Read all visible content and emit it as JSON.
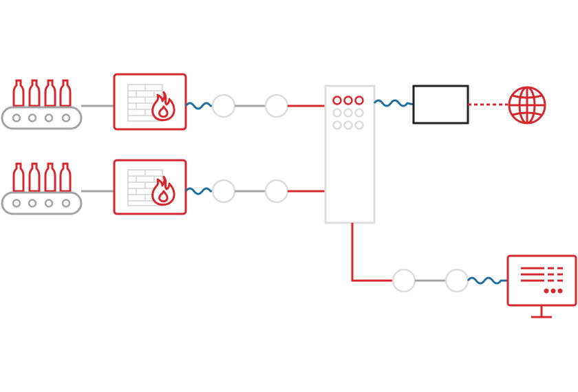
{
  "colors": {
    "red": "#d4272e",
    "gray": "#a3a3a3",
    "light_gray": "#dcdcdc",
    "blue": "#1f6e9c",
    "black": "#222222",
    "white": "#ffffff"
  },
  "nodes": {
    "bottling_lines": [
      {
        "icon": "bottling-conveyor-icon"
      },
      {
        "icon": "bottling-conveyor-icon"
      }
    ],
    "firewalls": [
      {
        "icon": "firewall-icon"
      },
      {
        "icon": "firewall-icon"
      }
    ],
    "switch": {
      "icon": "network-switch-icon"
    },
    "gateway": {
      "icon": "gateway-box-icon"
    },
    "internet": {
      "icon": "globe-icon"
    },
    "monitor": {
      "icon": "monitor-dashboard-icon"
    }
  },
  "links": {
    "conveyor_to_firewall": "gray",
    "firewall_to_nodes": "blue-wavy",
    "node_to_node": "gray",
    "node_to_switch": "red",
    "switch_to_gateway": "blue-wavy",
    "gateway_to_internet": "red-dashed",
    "switch_to_monitor": "red",
    "nodes_to_monitor": "blue-wavy"
  }
}
